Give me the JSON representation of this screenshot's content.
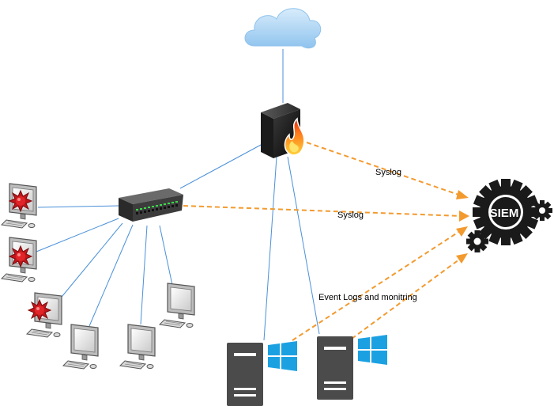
{
  "labels": {
    "syslog_firewall": "Syslog",
    "syslog_switch": "Syslog",
    "event_logs": "Event Logs and monitring",
    "siem": "SIEM"
  },
  "colors": {
    "link": "#4a90d9",
    "log_arrow": "#f39a2e",
    "cloud": "#a9d2f3",
    "server": "#4b4b4b",
    "windows": "#1ba1e2",
    "gear": "#1a1a1a",
    "virus": "#c0161b"
  },
  "icons": [
    "cloud-icon",
    "firewall-icon",
    "switch-icon",
    "siem-gear-icon",
    "infected-computer-icon",
    "computer-icon",
    "server-icon",
    "windows-logo-icon"
  ]
}
